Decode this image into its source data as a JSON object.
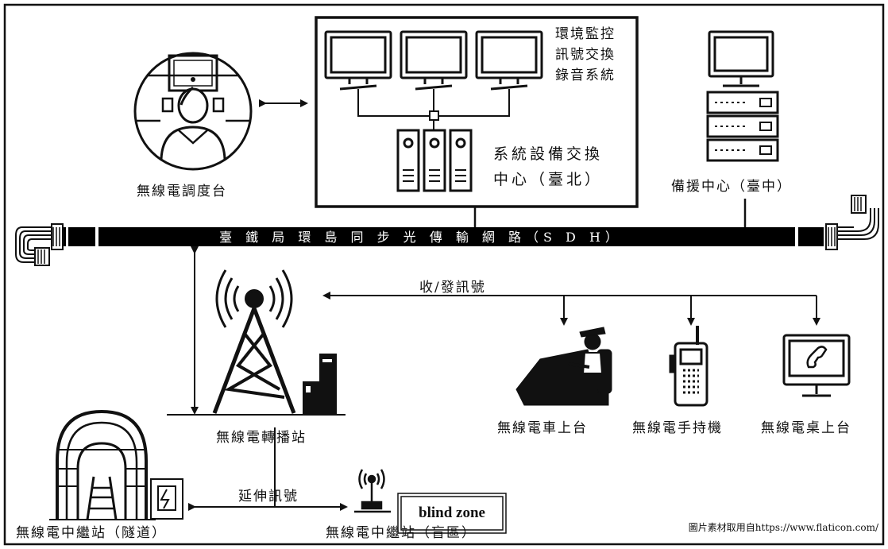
{
  "center": {
    "monitor_caption": [
      "環境監控",
      "訊號交換",
      "錄音系統"
    ],
    "name_line1": "系統設備交換",
    "name_line2": "中心（臺北）"
  },
  "dispatch_label": "無線電調度台",
  "backup_label": "備援中心（臺中）",
  "network_label": "臺 鐵 局 環 島 同 步 光 傳 輸 網 路（S D H）",
  "signal_label": "收/發訊號",
  "relay_station_label": "無線電轉播站",
  "devices": {
    "vehicle": "無線電車上台",
    "handheld": "無線電手持機",
    "desktop": "無線電桌上台"
  },
  "tunnel_label": "無線電中繼站（隧道）",
  "extend_label": "延伸訊號",
  "blind_label": "無線電中繼站（盲區）",
  "blind_zone_text": "blind zone",
  "credit": "圖片素材取用自https://www.flaticon.com/",
  "colors": {
    "ink": "#111111",
    "paper": "#ffffff",
    "bus": "#000000"
  }
}
